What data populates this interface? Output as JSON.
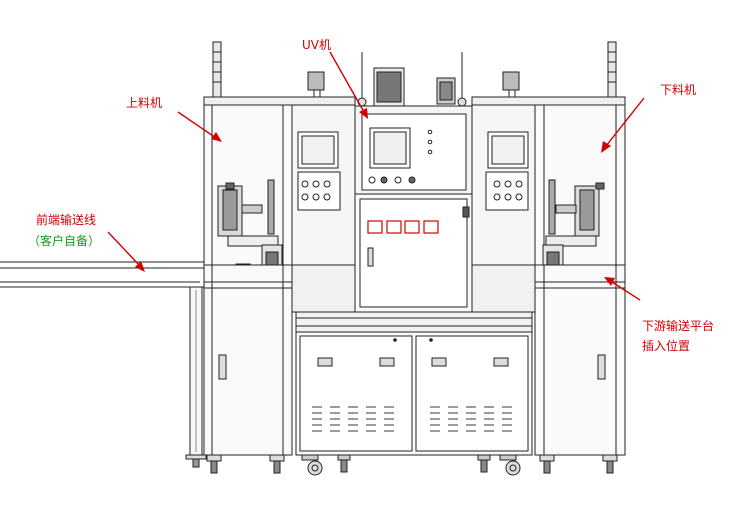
{
  "labels": {
    "loader": "上料机",
    "uv_machine": "UV机",
    "unloader": "下料机",
    "front_conveyor": "前端输送线",
    "customer_supplied": "（客户自备）",
    "downstream_line1": "下游输送平台",
    "downstream_line2": "插入位置"
  },
  "colors": {
    "annotation": "#d40000",
    "customer_note": "#1a9a1a",
    "line": "#222222",
    "panel_fill": "#f4f4f4"
  }
}
